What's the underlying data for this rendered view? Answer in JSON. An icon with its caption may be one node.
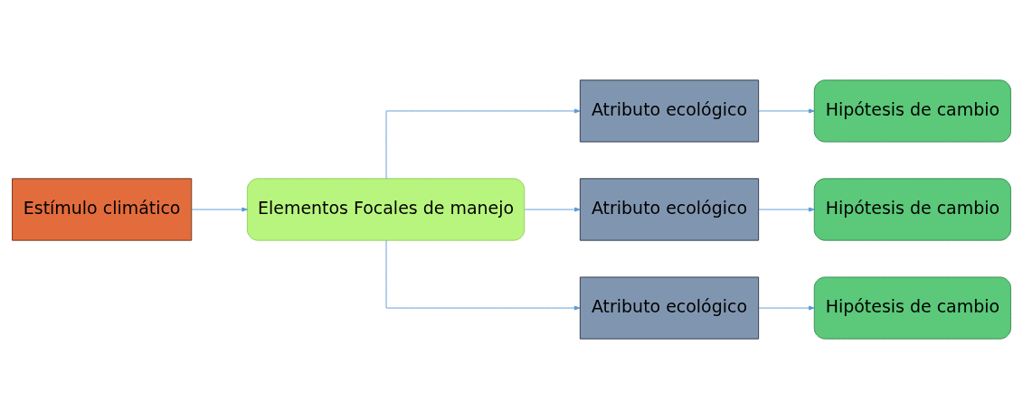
{
  "diagram": {
    "nodes": [
      {
        "text": [
          "Estímulo climático"
        ]
      },
      {
        "text": [
          "Elementos Focales de manejo"
        ]
      },
      {
        "text": [
          "Atributo ecológico"
        ]
      },
      {
        "text": [
          "Atributo ecológico"
        ]
      },
      {
        "text": [
          "Atributo ecológico"
        ]
      },
      {
        "text": [
          "Hipótesis de cambio"
        ]
      },
      {
        "text": [
          "Hipótesis de cambio"
        ]
      },
      {
        "text": [
          "Hipótesis de cambio"
        ]
      }
    ],
    "edges": [
      {
        "from": 0,
        "to": 1,
        "arrow": "to"
      },
      {
        "from": 1,
        "to": 2,
        "arrow": "to"
      },
      {
        "from": 1,
        "to": 3,
        "arrow": "to"
      },
      {
        "from": 1,
        "to": 4,
        "arrow": "to"
      },
      {
        "from": 2,
        "to": 5,
        "arrow": "to"
      },
      {
        "from": 3,
        "to": 6,
        "arrow": "to"
      },
      {
        "from": 4,
        "to": 7,
        "arrow": "to"
      }
    ]
  }
}
